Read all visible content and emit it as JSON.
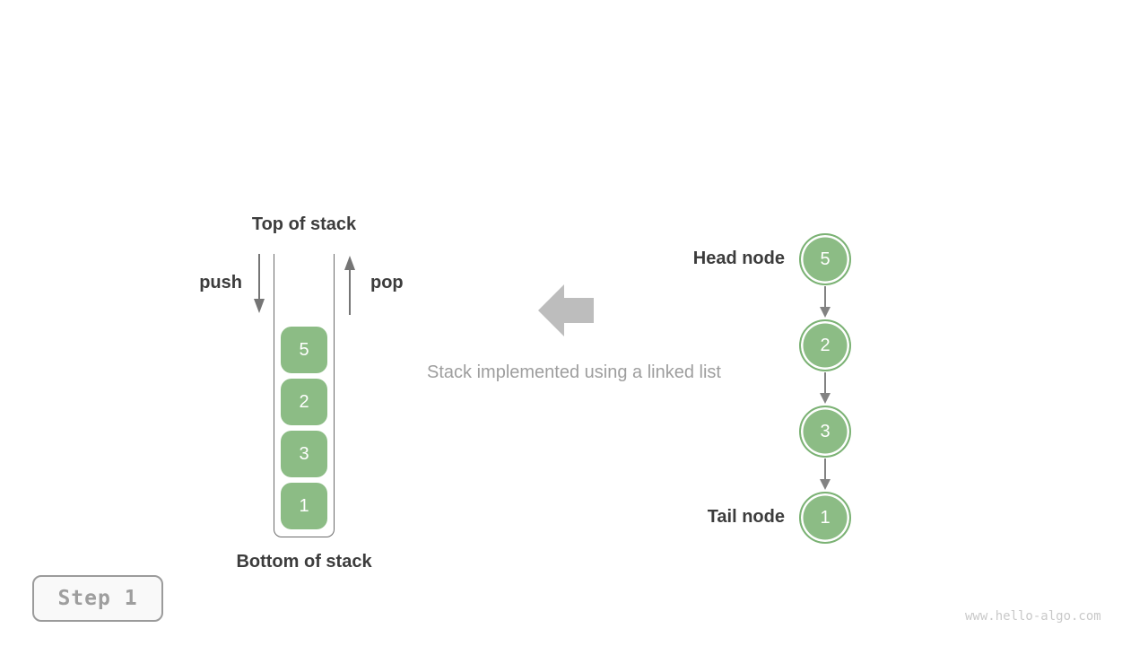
{
  "colors": {
    "node_green_fill": "#8cbc85",
    "node_green_border": "#7bb274",
    "dark_label_text": "#3c3c3c",
    "gray_caption_text": "#9e9e9e",
    "block_arrow_gray": "#bdbdbd",
    "thin_arrow_gray": "#757575",
    "watermark_gray": "#c9c9c9"
  },
  "stack_diagram": {
    "top_label": "Top of stack",
    "bottom_label": "Bottom of stack",
    "push_label": "push",
    "pop_label": "pop",
    "values": [
      "5",
      "2",
      "3",
      "1"
    ]
  },
  "caption": {
    "text": "Stack implemented using a linked list"
  },
  "linked_list": {
    "head_label": "Head node",
    "tail_label": "Tail node",
    "values": [
      "5",
      "2",
      "3",
      "1"
    ]
  },
  "step_badge": {
    "label": "Step 1"
  },
  "watermark": "www.hello-algo.com"
}
